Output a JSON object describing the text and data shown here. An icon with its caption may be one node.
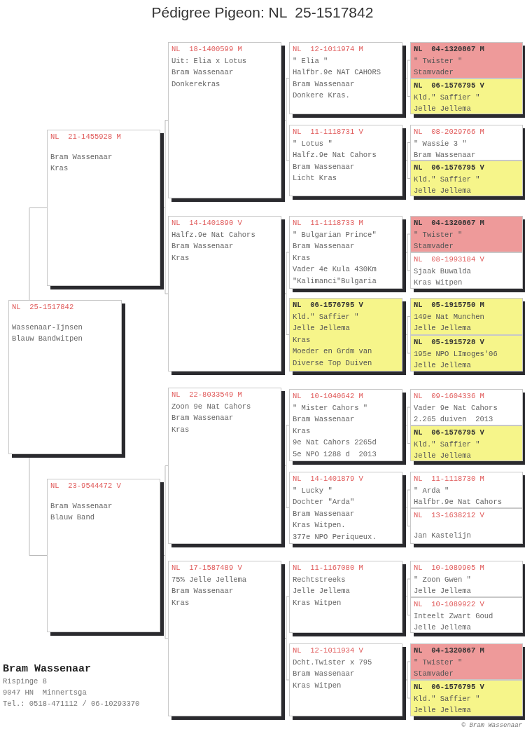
{
  "diagram": {
    "title": "Pédigree Pigeon: NL  25-1517842",
    "nodes": [
      {
        "text": [
          "NL  25-1517842",
          "Wassenaar-Ijnsen",
          "Blauw Bandwitpen"
        ]
      },
      {
        "text": [
          "NL  21-1455928 M",
          "Bram Wassenaar",
          "Kras"
        ]
      },
      {
        "text": [
          "NL  23-9544472 V",
          "Bram Wassenaar",
          "Blauw Band"
        ]
      },
      {
        "text": [
          "NL  18-1400599 M",
          "Uit: Elia x Lotus",
          "Bram Wassenaar",
          "Donkerekras"
        ]
      },
      {
        "text": [
          "NL  14-1401890 V",
          "Halfz.9e Nat Cahors",
          "Bram Wassenaar",
          "Kras"
        ]
      },
      {
        "text": [
          "NL  22-8033549 M",
          "Zoon 9e Nat Cahors",
          "Bram Wassenaar",
          "Kras"
        ]
      },
      {
        "text": [
          "NL  17-1587489 V",
          "75% Jelle Jellema",
          "Bram Wassenaar",
          "Kras"
        ]
      },
      {
        "text": [
          "NL  12-1011974 M",
          "\" Elia \"",
          "Halfbr.9e NAT CAHORS",
          "Bram Wassenaar",
          "Donkere Kras."
        ]
      },
      {
        "text": [
          "NL  11-1118731 V",
          "\" Lotus \"",
          "Halfz.9e Nat Cahors",
          "Bram Wassenaar",
          "Licht Kras"
        ]
      },
      {
        "text": [
          "NL  11-1118733 M",
          "\" Bulgarian Prince\"",
          "Bram Wassenaar",
          "Kras",
          "Vader 4e Kula 430Km",
          "\"Kalimanci\"Bulgaria"
        ]
      },
      {
        "text": [
          "NL  06-1576795 V",
          "Kld.\" Saffier \"",
          "Jelle Jellema",
          "Kras",
          "Moeder en Grdm van",
          "Diverse Top Duiven"
        ]
      },
      {
        "text": [
          "NL  10-1040642 M",
          "\" Mister Cahors \"",
          "Bram Wassenaar",
          "Kras",
          "9e Nat Cahors 2265d",
          "5e NPO 1288 d  2013"
        ]
      },
      {
        "text": [
          "NL  14-1401879 V",
          "\" Lucky \"",
          "Dochter \"Arda\"",
          "Bram Wassenaar",
          "Kras Witpen.",
          "377e NPO Periqueux."
        ]
      },
      {
        "text": [
          "NL  11-1167080 M",
          "Rechtstreeks",
          "Jelle Jellema",
          "Kras Witpen"
        ]
      },
      {
        "text": [
          "NL  12-1011934 V",
          "Dcht.Twister x 795",
          "Bram Wassenaar",
          "Kras Witpen"
        ]
      },
      {
        "text": [
          "NL  04-1320867 M",
          "\" Twister \"",
          "Stamvader"
        ]
      },
      {
        "text": [
          "NL  06-1576795 V",
          "Kld.\" Saffier \"",
          "Jelle Jellema"
        ]
      },
      {
        "text": [
          "NL  08-2029766 M",
          "\" Wassie 3 \"",
          "Bram Wassenaar"
        ]
      },
      {
        "text": [
          "NL  06-1576795 V",
          "Kld.\" Saffier \"",
          "Jelle Jellema"
        ]
      },
      {
        "text": [
          "NL  04-1320867 M",
          "\" Twister \"",
          "Stamvader"
        ]
      },
      {
        "text": [
          "NL  08-1993184 V",
          "Sjaak Buwalda",
          "Kras Witpen"
        ]
      },
      {
        "text": [
          "NL  05-1915750 M",
          "149e Nat Munchen",
          "Jelle Jellema"
        ]
      },
      {
        "text": [
          "NL  05-1915728 V",
          "195e NPO LImoges'06",
          "Jelle Jellema"
        ]
      },
      {
        "text": [
          "NL  09-1604336 M",
          "Vader 9e Nat Cahors",
          "2.265 duiven  2013"
        ]
      },
      {
        "text": [
          "NL  06-1576795 V",
          "Kld.\" Saffier \"",
          "Jelle Jellema"
        ]
      },
      {
        "text": [
          "NL  11-1118730 M",
          "\" Arda \"",
          "Halfbr.9e Nat Cahors"
        ]
      },
      {
        "text": [
          "NL  13-1638212 V",
          "Jan Kastelijn"
        ]
      },
      {
        "text": [
          "NL  10-1089905 M",
          "\" Zoon Gwen \"",
          "Jelle Jellema"
        ]
      },
      {
        "text": [
          "NL  10-1089922 V",
          "Inteelt Zwart Goud",
          "Jelle Jellema"
        ]
      },
      {
        "text": [
          "NL  04-1320867 M",
          "\" Twister \"",
          "Stamvader"
        ]
      },
      {
        "text": [
          "NL  06-1576795 V",
          "Kld.\" Saffier \"",
          "Jelle Jellema"
        ]
      }
    ],
    "edges": [
      {
        "from": 0,
        "to": 1,
        "arrow": "none"
      },
      {
        "from": 0,
        "to": 2,
        "arrow": "none"
      },
      {
        "from": 1,
        "to": 3,
        "arrow": "none"
      },
      {
        "from": 1,
        "to": 4,
        "arrow": "none"
      },
      {
        "from": 2,
        "to": 5,
        "arrow": "none"
      },
      {
        "from": 2,
        "to": 6,
        "arrow": "none"
      },
      {
        "from": 3,
        "to": 7,
        "arrow": "none"
      },
      {
        "from": 3,
        "to": 8,
        "arrow": "none"
      },
      {
        "from": 4,
        "to": 9,
        "arrow": "none"
      },
      {
        "from": 4,
        "to": 10,
        "arrow": "none"
      },
      {
        "from": 5,
        "to": 11,
        "arrow": "none"
      },
      {
        "from": 5,
        "to": 12,
        "arrow": "none"
      },
      {
        "from": 6,
        "to": 13,
        "arrow": "none"
      },
      {
        "from": 6,
        "to": 14,
        "arrow": "none"
      },
      {
        "from": 7,
        "to": 15,
        "arrow": "none"
      },
      {
        "from": 7,
        "to": 16,
        "arrow": "none"
      },
      {
        "from": 8,
        "to": 17,
        "arrow": "none"
      },
      {
        "from": 8,
        "to": 18,
        "arrow": "none"
      },
      {
        "from": 9,
        "to": 19,
        "arrow": "none"
      },
      {
        "from": 9,
        "to": 20,
        "arrow": "none"
      },
      {
        "from": 10,
        "to": 21,
        "arrow": "none"
      },
      {
        "from": 10,
        "to": 22,
        "arrow": "none"
      },
      {
        "from": 11,
        "to": 23,
        "arrow": "none"
      },
      {
        "from": 11,
        "to": 24,
        "arrow": "none"
      },
      {
        "from": 12,
        "to": 25,
        "arrow": "none"
      },
      {
        "from": 12,
        "to": 26,
        "arrow": "none"
      },
      {
        "from": 13,
        "to": 27,
        "arrow": "none"
      },
      {
        "from": 13,
        "to": 28,
        "arrow": "none"
      },
      {
        "from": 14,
        "to": 29,
        "arrow": "none"
      },
      {
        "from": 14,
        "to": 30,
        "arrow": "none"
      }
    ],
    "labels": [
      "Bram Wassenaar",
      "Rispinge 8",
      "9047 HN  Minnertsga",
      "Tel.: 0518-471112 / 06-10293370",
      "© Bram Wassenaar"
    ]
  }
}
